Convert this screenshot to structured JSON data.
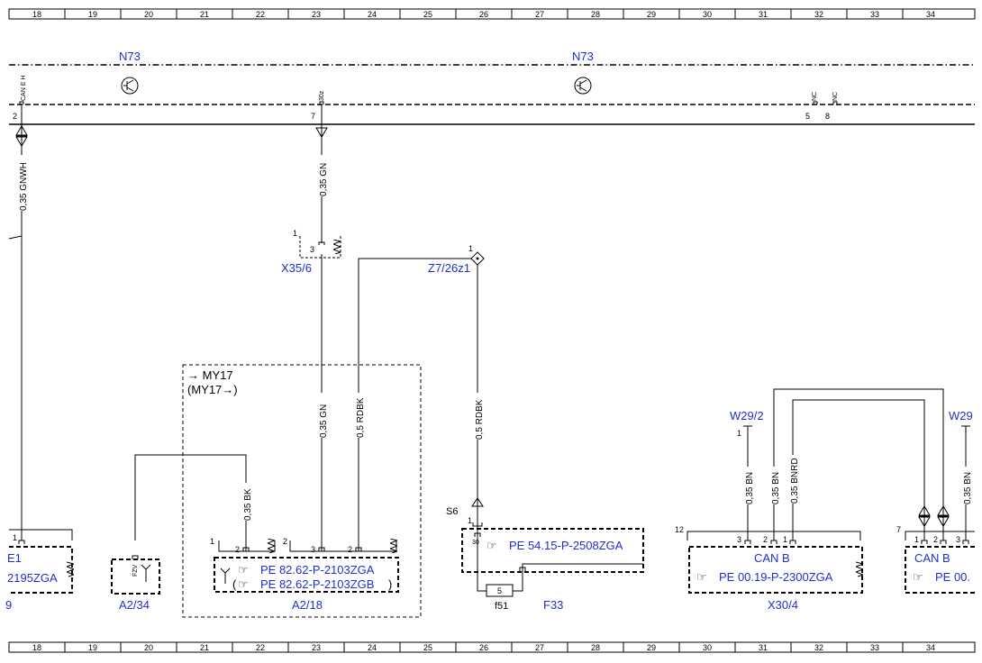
{
  "ruler": {
    "columns": [
      "18",
      "19",
      "20",
      "21",
      "22",
      "23",
      "24",
      "25",
      "26",
      "27",
      "28",
      "29",
      "30",
      "31",
      "32",
      "33",
      "34"
    ]
  },
  "colors": {
    "label": "#1f2fd0",
    "line": "#000000"
  },
  "top": {
    "module_left": "N73",
    "module_right": "N73",
    "can_e_label": "CAN E H",
    "pin_30z_label": "30z",
    "nc1": "NC",
    "nc2": "NC",
    "pin_2": "2",
    "pin_7": "7",
    "pin_5": "5",
    "pin_8": "8"
  },
  "wires": {
    "gnwh": "0,35 GNWH",
    "gn_top": "0,35 GN",
    "gn_mid": "0,35 GN",
    "rdbk_mid": "0,5 RDBK",
    "rdbk_right": "0,5 RDBK",
    "bk": "0,35 BK",
    "bn_a": "0,35 BN",
    "bn_b": "0,35 BN",
    "bnrd": "0,35 BNRD",
    "bn_c": "0,35 BN"
  },
  "components": {
    "x35_6": {
      "label": "X35/6",
      "pin_outer": "1",
      "pin_inner": "3"
    },
    "z7_26z1": {
      "label": "Z7/26z1",
      "pin": "1"
    },
    "a2_34": {
      "label": "A2/34",
      "inner": "FZV"
    },
    "a2_18": {
      "label": "A2/18",
      "my17_top": "→ MY17",
      "my17_bottom": "(MY17→)",
      "pin_left_group": "1",
      "pin_left": "2",
      "pin_right_group": "2",
      "pin_r3": "3",
      "pin_r2": "2",
      "ref1": "PE 82.62-P-2103ZGA",
      "ref2": "PE 82.62-P-2103ZGB",
      "ref2_open": "(",
      "ref2_close": ")"
    },
    "f33": {
      "label": "F33",
      "s6": "S6",
      "pin_1": "1",
      "pin_30": "30",
      "ref": "PE 54.15-P-2508ZGA",
      "fuse_name": "f51",
      "fuse_value": "5"
    },
    "x30_4": {
      "label": "X30/4",
      "can": "CAN B",
      "ref": "PE 00.19-P-2300ZGA",
      "pin_12": "12",
      "pin_3": "3",
      "pin_2": "2",
      "pin_1": "1"
    },
    "w29_2": {
      "label": "W29/2",
      "pin": "1"
    },
    "right_edge": {
      "w29": "W29",
      "pin_7": "7",
      "pin_1": "1",
      "pin_2": "2",
      "pin_3": "3",
      "can": "CAN B",
      "ref": "PE 00."
    },
    "left_edge": {
      "e1": "E1",
      "ref": "2195ZGA",
      "pin_1": "1",
      "bottom": "9"
    }
  }
}
